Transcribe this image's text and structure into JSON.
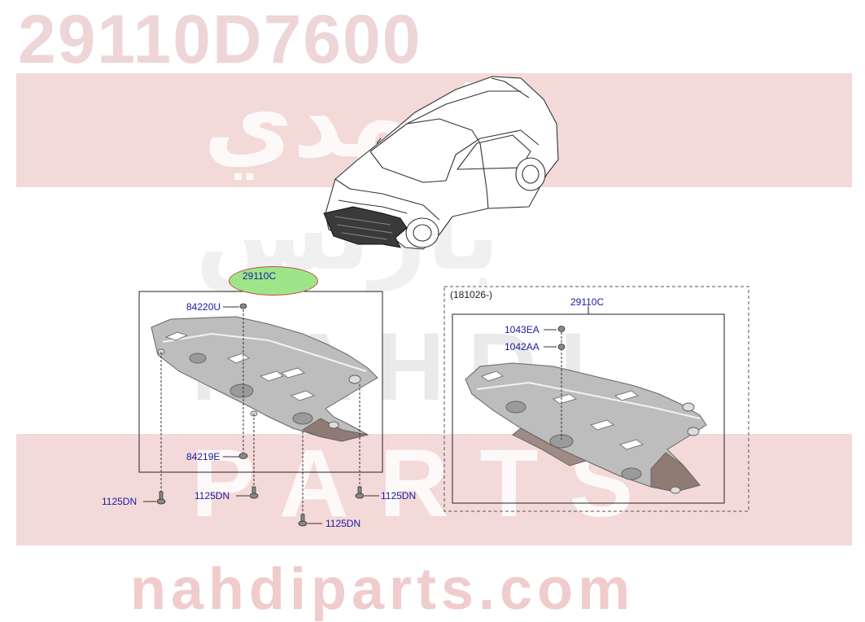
{
  "header": {
    "part_number": "29110D7600"
  },
  "watermark": {
    "arabic_line_1": "النهدي",
    "arabic_line_2": "بارتس",
    "latin_line_1": "NAHDI",
    "latin_line_2": "PARTS",
    "url": "nahdiparts.com"
  },
  "diagram": {
    "left_group": {
      "title_label": "29110C",
      "labels": {
        "nut_top": "84220U",
        "nut_bottom": "84219E",
        "bolt_1": "1125DN",
        "bolt_2": "1125DN",
        "bolt_3": "1125DN",
        "bolt_4": "1125DN"
      }
    },
    "right_group": {
      "date_range": "(181026-)",
      "title_label": "29110C",
      "labels": {
        "fastener_1": "1043EA",
        "fastener_2": "1042AA"
      }
    }
  },
  "colors": {
    "callout_text": "#1a1aa0",
    "highlight_fill": "#9ee58a",
    "highlight_border": "#cc4444",
    "watermark_band": "#f4d9d9"
  }
}
